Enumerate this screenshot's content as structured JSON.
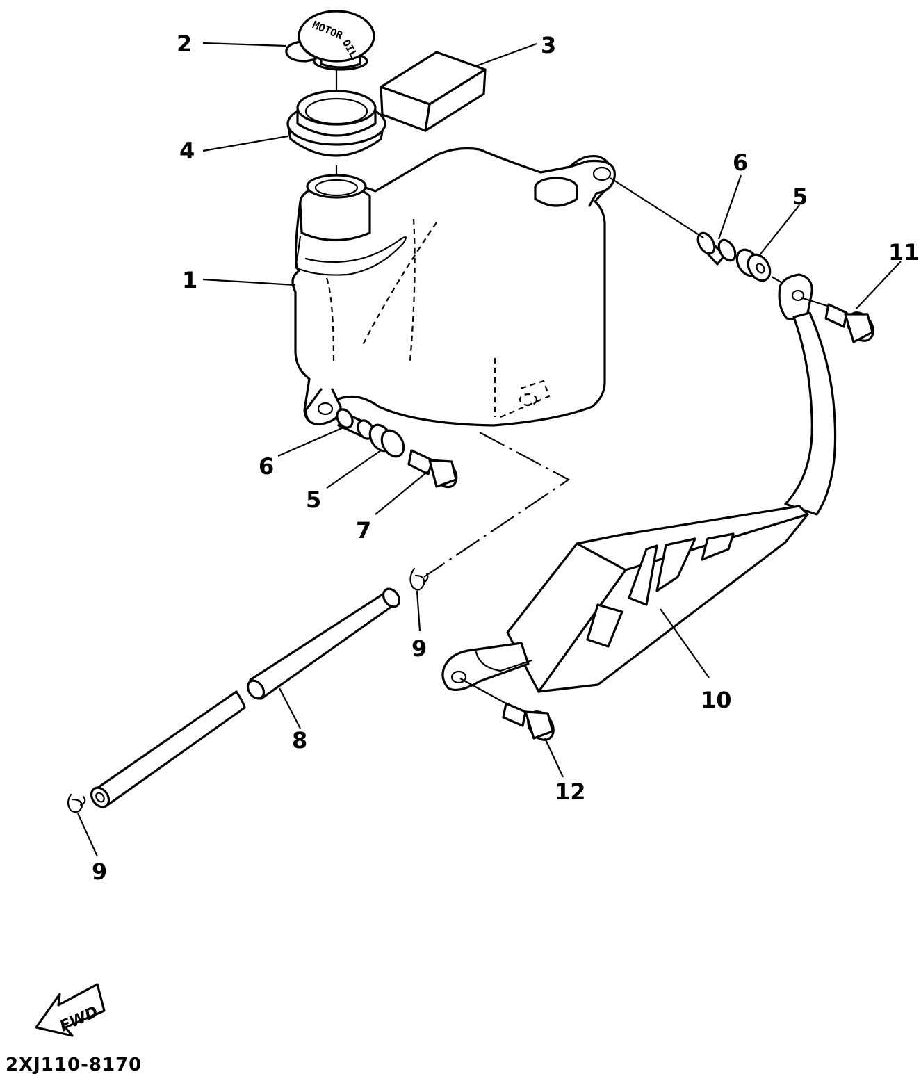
{
  "diagram": {
    "callouts": {
      "c1": "1",
      "c2": "2",
      "c3": "3",
      "c4": "4",
      "c5a": "5",
      "c5b": "5",
      "c6a": "6",
      "c6b": "6",
      "c7": "7",
      "c8": "8",
      "c9a": "9",
      "c9b": "9",
      "c10": "10",
      "c11": "11",
      "c12": "12"
    },
    "cap_text_line1": "MOTOR",
    "cap_text_line2": "OIL",
    "fwd_label": "FWD",
    "drawing_code": "2XJ110-8170"
  }
}
